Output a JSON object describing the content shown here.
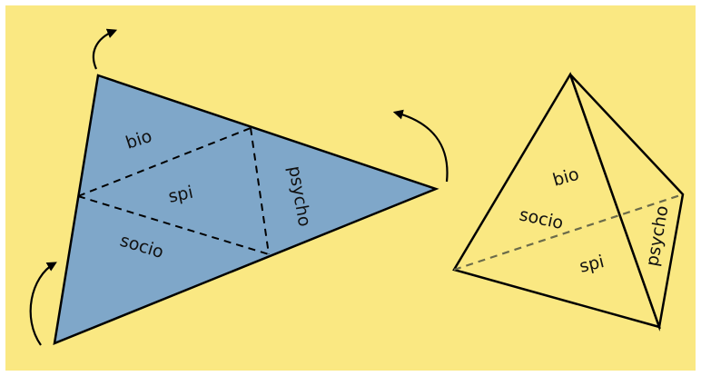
{
  "colors": {
    "background": "#fae882",
    "flat_fill": "#7fa7c9",
    "pyramid_fill": "#fae882",
    "stroke": "#000000",
    "hidden_edge": "#6b6b4a"
  },
  "flat_net": {
    "faces": {
      "bio": "bio",
      "spi": "spi",
      "socio": "socio",
      "psycho": "psycho"
    }
  },
  "pyramid": {
    "faces": {
      "bio": "bio",
      "socio": "socio",
      "spi": "spi",
      "psycho": "psycho"
    }
  },
  "icons": [
    "fold-arrow-icon"
  ]
}
